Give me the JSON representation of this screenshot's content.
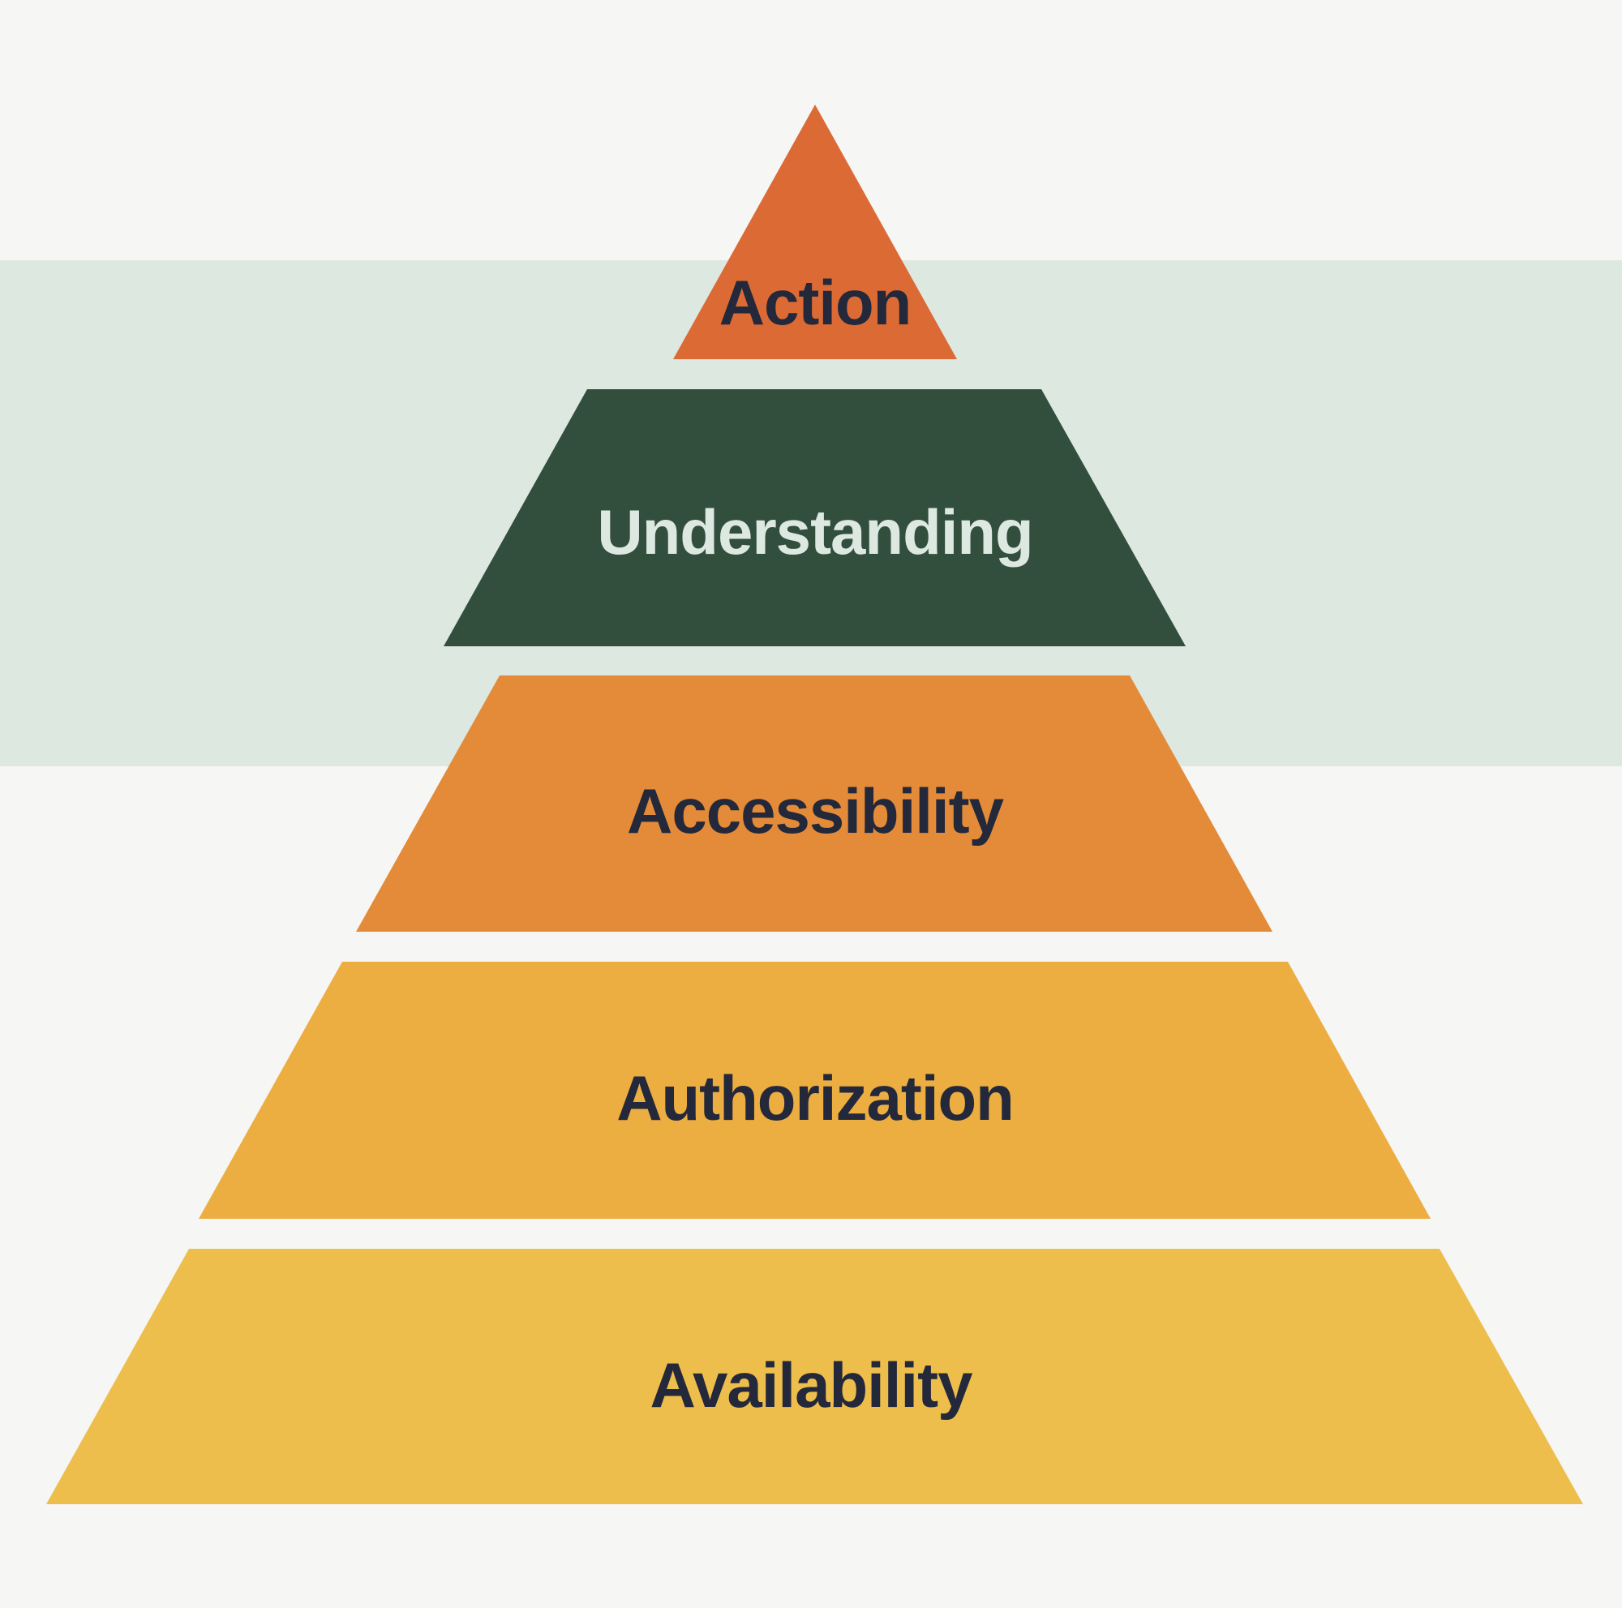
{
  "pyramid": {
    "levels": [
      {
        "label": "Action",
        "color": "#dc6a35",
        "text_color": "#24283b"
      },
      {
        "label": "Understanding",
        "color": "#314f3c",
        "text_color": "#dde8e1"
      },
      {
        "label": "Accessibility",
        "color": "#e38b38",
        "text_color": "#24283b"
      },
      {
        "label": "Authorization",
        "color": "#ecad41",
        "text_color": "#24283b"
      },
      {
        "label": "Availability",
        "color": "#edbe4c",
        "text_color": "#24283b"
      }
    ],
    "band_color": "#dde8e1",
    "background": "#f6f6f5"
  }
}
